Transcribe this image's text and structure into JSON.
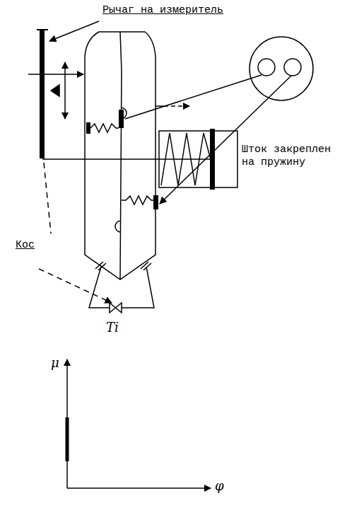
{
  "diagram": {
    "labels": [
      "Рычаг на измеритель",
      "Шток закреплен на пружину",
      "Кос",
      "Ti",
      "μ",
      "φ"
    ]
  }
}
